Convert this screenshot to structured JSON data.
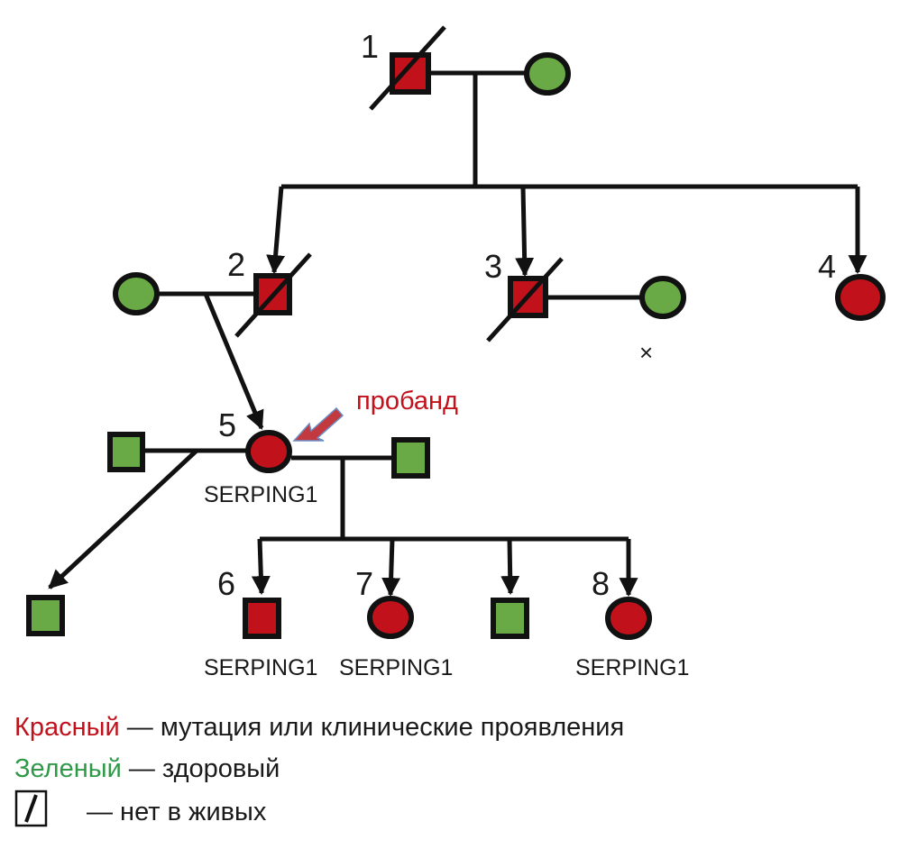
{
  "colors": {
    "affected": "#c1121c",
    "healthy": "#6aaa46",
    "outline": "#111111",
    "proband_label": "#c1121c",
    "legend_green": "#2e9a48"
  },
  "individuals": {
    "n1": {
      "number": "1",
      "sex": "male",
      "status": "affected",
      "deceased": true
    },
    "n1_spouse": {
      "sex": "female",
      "status": "healthy"
    },
    "n2": {
      "number": "2",
      "sex": "male",
      "status": "affected",
      "deceased": true
    },
    "n2_spouse": {
      "sex": "female",
      "status": "healthy"
    },
    "n3": {
      "number": "3",
      "sex": "male",
      "status": "affected",
      "deceased": true
    },
    "n3_spouse": {
      "sex": "female",
      "status": "healthy",
      "mark": "×"
    },
    "n4": {
      "number": "4",
      "sex": "female",
      "status": "affected"
    },
    "n5": {
      "number": "5",
      "sex": "female",
      "status": "affected",
      "gene": "SERPING1",
      "proband": true
    },
    "n5_spouse_left": {
      "sex": "male",
      "status": "healthy"
    },
    "n5_spouse_right": {
      "sex": "male",
      "status": "healthy"
    },
    "child_left": {
      "sex": "male",
      "status": "healthy"
    },
    "n6": {
      "number": "6",
      "sex": "male",
      "status": "affected",
      "gene": "SERPING1"
    },
    "n7": {
      "number": "7",
      "sex": "female",
      "status": "affected",
      "gene": "SERPING1"
    },
    "child_unnumbered": {
      "sex": "male",
      "status": "healthy"
    },
    "n8": {
      "number": "8",
      "sex": "female",
      "status": "affected",
      "gene": "SERPING1"
    }
  },
  "proband_label": "пробанд",
  "legend": {
    "red_word": "Красный",
    "red_desc": " — мутация или клинические проявления",
    "green_word": "Зеленый",
    "green_desc": " — здоровый",
    "deceased_desc": "— нет в живых"
  }
}
